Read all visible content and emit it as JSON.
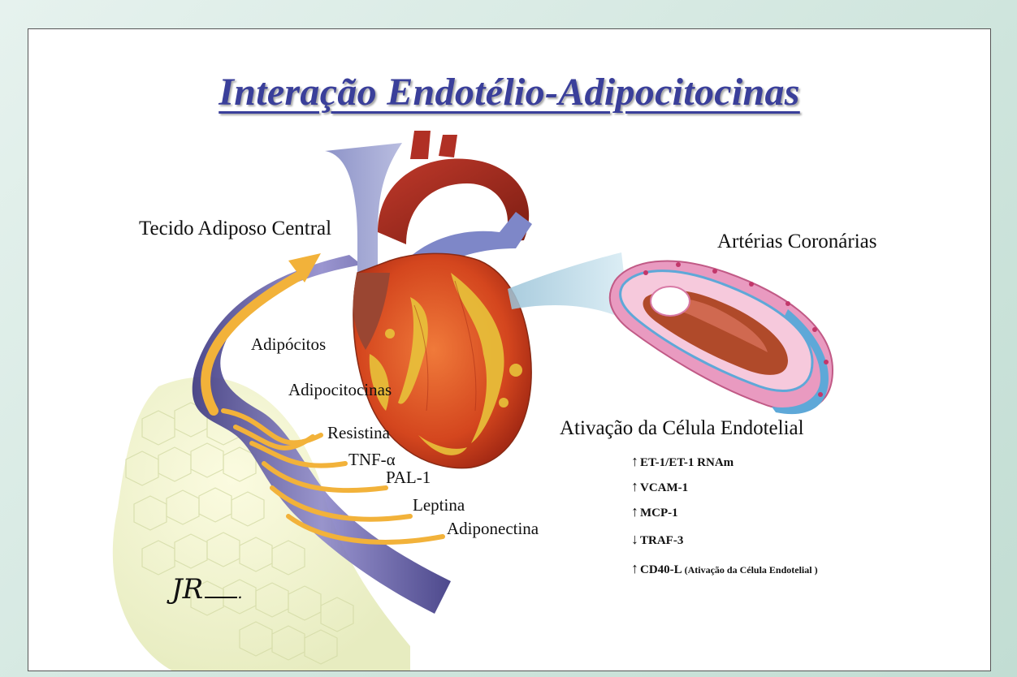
{
  "title": "Interação Endotélio-Adipocitocinas",
  "labels": {
    "tecido": "Tecido Adiposo Central",
    "arterias": "Artérias Coronárias",
    "adipocitos": "Adipócitos",
    "adipocitocinas": "Adipocitocinas",
    "resistina": "Resistina",
    "tnf": "TNF-α",
    "pal": "PAL-1",
    "leptina": "Leptina",
    "adiponectina": "Adiponectina",
    "ativacao": "Ativação da Célula Endotelial"
  },
  "markers": [
    {
      "arrow": "up",
      "glyph": "↑",
      "text": "ET-1/ET-1 RNAm",
      "note": ""
    },
    {
      "arrow": "up",
      "glyph": "↑",
      "text": "VCAM-1",
      "note": ""
    },
    {
      "arrow": "up",
      "glyph": "↑",
      "text": "MCP-1",
      "note": ""
    },
    {
      "arrow": "down",
      "glyph": "↓",
      "text": "TRAF-3",
      "note": ""
    },
    {
      "arrow": "up",
      "glyph": "↑",
      "text": "CD40-L",
      "note": "(Ativação da Célula Endotelial )"
    }
  ],
  "signature": "JR",
  "colors": {
    "title": "#3a3f9a",
    "frame": "#cfe5dd",
    "vessel": "#4a4a9a",
    "arrow": "#f2b23a",
    "heart": "#d9552a",
    "fat": "#e8c23a",
    "artery_wall": "#e99ac0",
    "artery_lining": "#5ea8d8"
  }
}
